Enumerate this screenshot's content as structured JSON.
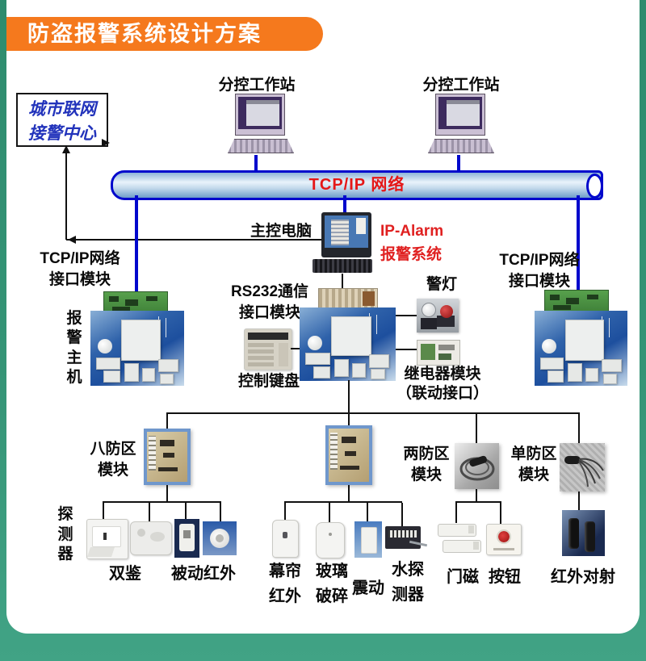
{
  "banner": {
    "title": "防盗报警系统设计方案"
  },
  "colors": {
    "background_green": "#35997B",
    "banner_orange": "#F5791D",
    "network_line_blue": "#0008CC",
    "pipe_label_red": "#E51717",
    "ip_alarm_red": "#E02020",
    "city_center_text_blue": "#2233BB"
  },
  "labels": {
    "city_center": "城市联网\n接警中心",
    "workstation_left": "分控工作站",
    "workstation_right": "分控工作站",
    "network_pipe": "TCP/IP 网络",
    "main_computer": "主控电脑",
    "ip_alarm_system": "IP-Alarm\n报警系统",
    "tcpip_module_left": "TCP/IP网络\n接口模块",
    "tcpip_module_right": "TCP/IP网络\n接口模块",
    "alarm_host": "报\n警\n主\n机",
    "rs232_module": "RS232通信\n接口模块",
    "control_keypad": "控制键盘",
    "alarm_light": "警灯",
    "relay_module": "继电器模块\n（联动接口）",
    "zone8_module": "八防区\n模块",
    "zone2_module": "两防区\n模块",
    "zone1_module": "单防区\n模块",
    "detector_group": "探\n测\n器"
  },
  "detector_labels": {
    "dual_tech": "双鉴",
    "passive_infrared": "被动红外",
    "curtain_infrared": "幕帘\n红外",
    "glass_break": "玻璃\n破碎",
    "vibration": "震动",
    "water_detector": "水探\n测器",
    "door_magnet": "门磁",
    "panic_button": "按钮",
    "infrared_beam": "红外对射"
  }
}
